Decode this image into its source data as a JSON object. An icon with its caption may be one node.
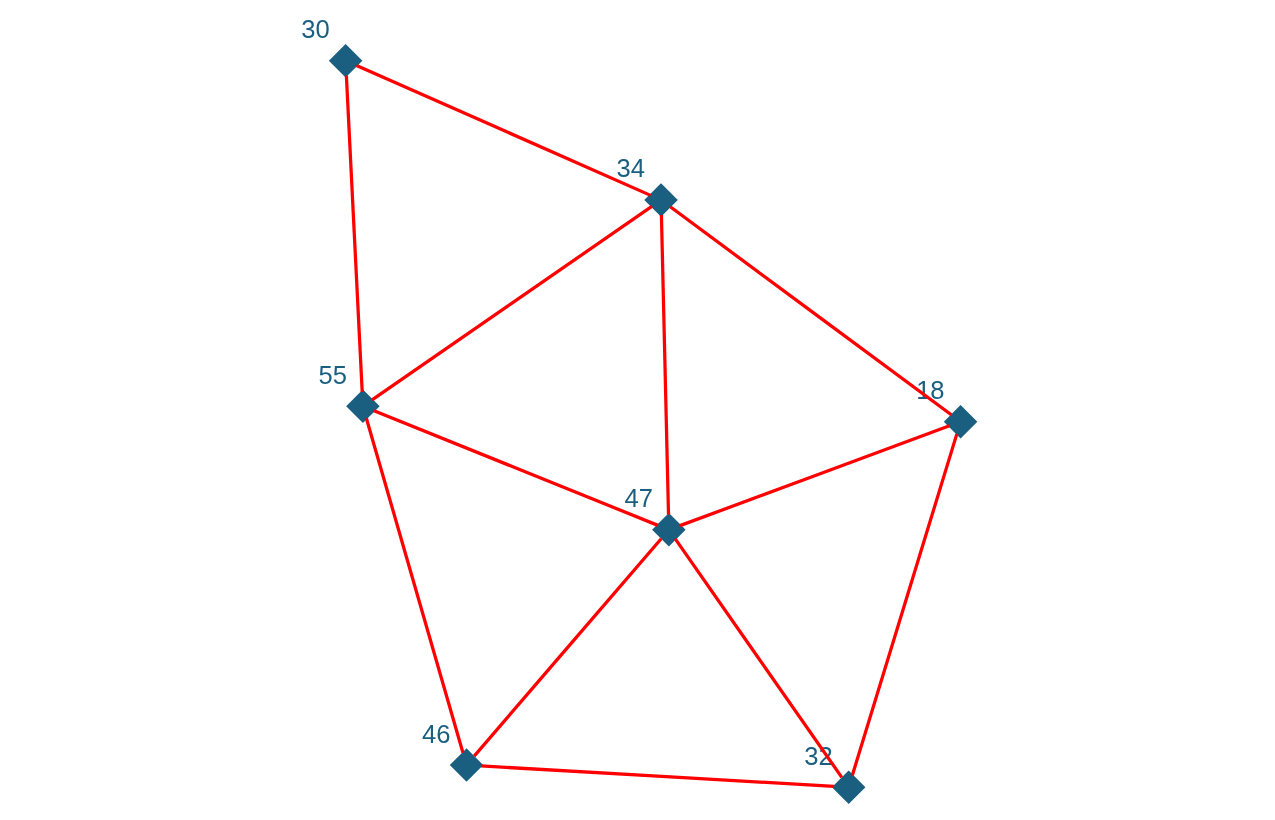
{
  "diagram": {
    "nodes": [
      {
        "text": [],
        "shape": "cross",
        "beside": [
          "18"
        ]
      },
      {
        "text": [],
        "shape": "cross",
        "beside": [
          "34"
        ]
      },
      {
        "text": [],
        "shape": "cross",
        "beside": [
          "30"
        ]
      },
      {
        "text": [],
        "shape": "cross",
        "beside": [
          "47"
        ]
      },
      {
        "text": [],
        "shape": "cross",
        "beside": [
          "55"
        ]
      },
      {
        "text": [],
        "shape": "cross",
        "beside": [
          "46"
        ]
      },
      {
        "text": [],
        "shape": "cross",
        "beside": [
          "32"
        ]
      }
    ],
    "edges": [
      {
        "from": 0,
        "to": 1,
        "arrow": "none"
      },
      {
        "from": 1,
        "to": 2,
        "arrow": "none"
      },
      {
        "from": 0,
        "to": 3,
        "arrow": "none"
      },
      {
        "from": 0,
        "to": 6,
        "arrow": "none"
      },
      {
        "from": 1,
        "to": 3,
        "arrow": "none"
      },
      {
        "from": 1,
        "to": 4,
        "arrow": "none"
      },
      {
        "from": 2,
        "to": 4,
        "arrow": "none"
      },
      {
        "from": 3,
        "to": 4,
        "arrow": "none"
      },
      {
        "from": 3,
        "to": 5,
        "arrow": "none"
      },
      {
        "from": 3,
        "to": 6,
        "arrow": "none"
      },
      {
        "from": 4,
        "to": 5,
        "arrow": "none"
      },
      {
        "from": 5,
        "to": 6,
        "arrow": "none"
      }
    ]
  }
}
